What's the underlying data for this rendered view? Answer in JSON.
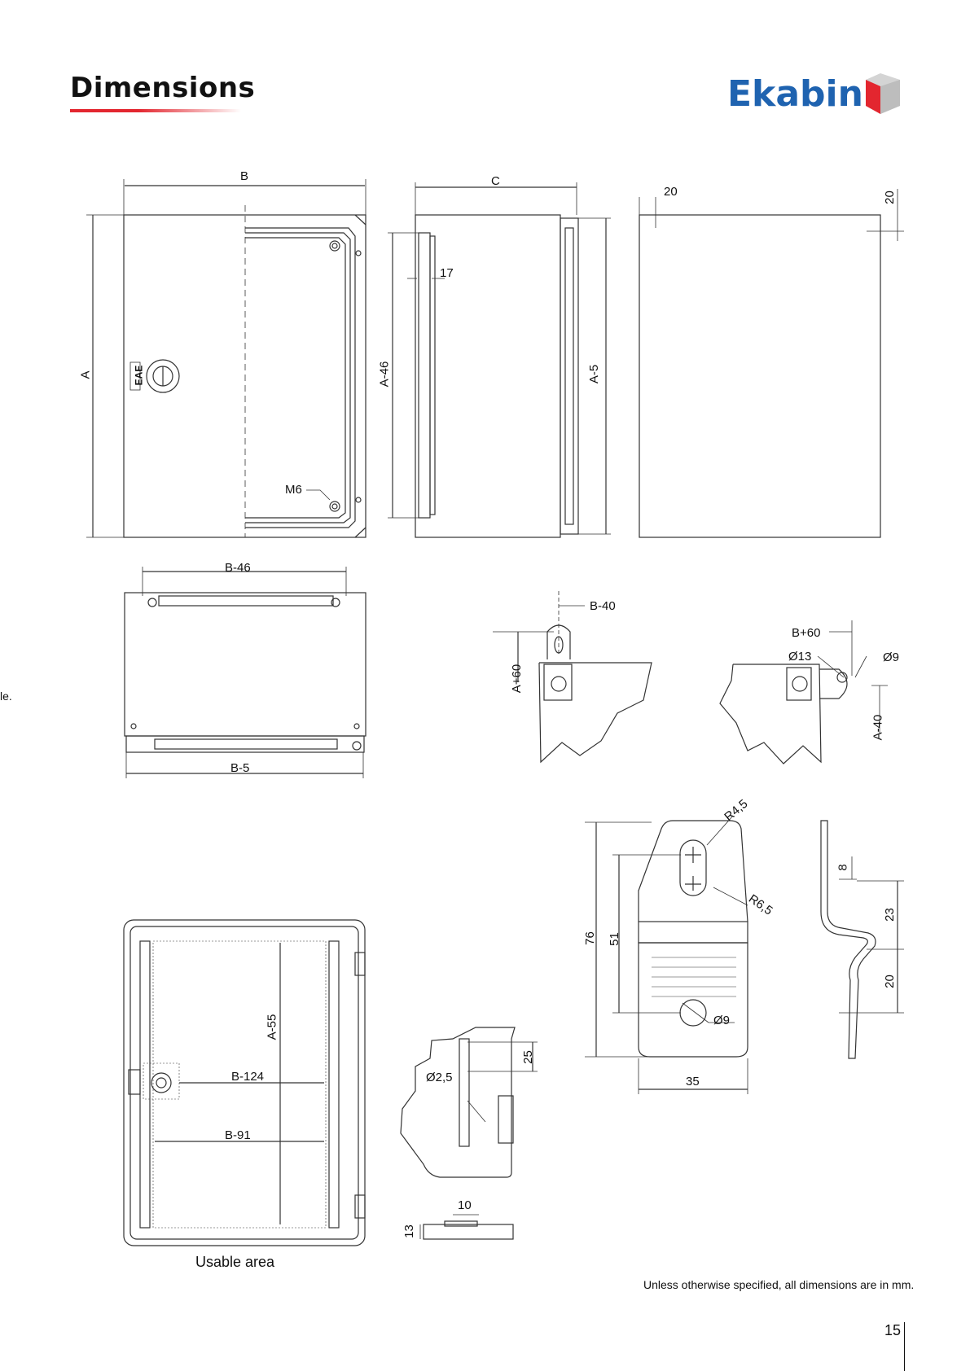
{
  "header": {
    "title": "Dimensions",
    "logo_text": "Ekabin",
    "brand_colors": {
      "blue": "#1f63b0",
      "red": "#e3262f",
      "grey": "#c9c9c9"
    }
  },
  "left_edge_text": "le.",
  "door_badge": "EAE",
  "labels": {
    "front_width": "B",
    "front_height": "A",
    "m6": "M6",
    "side_depth": "C",
    "side_inner_height": "A-46",
    "side_17": "17",
    "side_height": "A-5",
    "back_20_top": "20",
    "back_20_right": "20",
    "top_b46": "B-46",
    "top_b5": "B-5",
    "bracket_b40": "B-40",
    "bracket_a60": "A+60",
    "bracket_b60": "B+60",
    "bracket_d13": "Ø13",
    "bracket_d9": "Ø9",
    "bracket_a40": "A-40",
    "detail_r45": "R4,5",
    "detail_r65": "R6,5",
    "detail_76": "76",
    "detail_51": "51",
    "detail_d9": "Ø9",
    "detail_35": "35",
    "profile_8": "8",
    "profile_23": "23",
    "profile_20": "20",
    "usable_a55": "A-55",
    "usable_b124": "B-124",
    "usable_b91": "B-91",
    "hinge_d25": "Ø2,5",
    "hinge_25": "25",
    "hinge_10": "10",
    "hinge_13": "13"
  },
  "caption": "Usable area",
  "footnote": "Unless otherwise specified, all dimensions are in mm.",
  "page_number": "15"
}
